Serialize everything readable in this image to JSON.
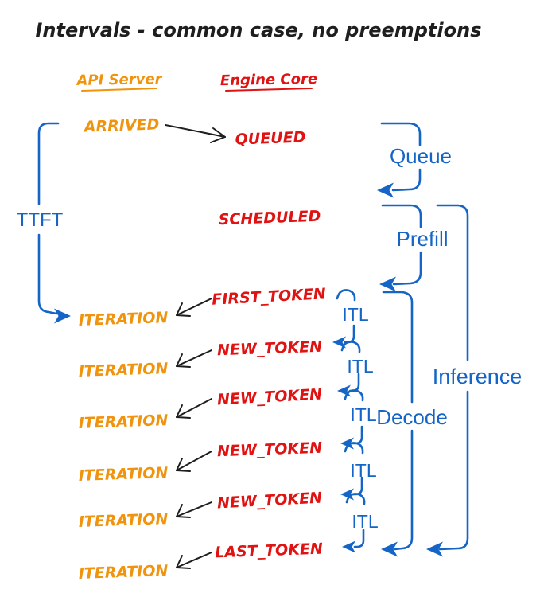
{
  "title": "Intervals - common case, no preemptions",
  "columns": {
    "api_server": "API Server",
    "engine_core": "Engine Core"
  },
  "events": {
    "arrived": "ARRIVED",
    "queued": "QUEUED",
    "scheduled": "SCHEDULED",
    "first_token": "FIRST_TOKEN",
    "new_token": "NEW_TOKEN",
    "last_token": "LAST_TOKEN",
    "iteration": "ITERATION"
  },
  "intervals": {
    "ttft": "TTFT",
    "queue": "Queue",
    "prefill": "Prefill",
    "itl": "ITL",
    "decode": "Decode",
    "inference": "Inference"
  },
  "colors": {
    "api_server": "#F0940E",
    "engine_core": "#E01212",
    "intervals": "#1565C7",
    "arrows": "#1E1E1E",
    "background": "#FFFFFF"
  }
}
